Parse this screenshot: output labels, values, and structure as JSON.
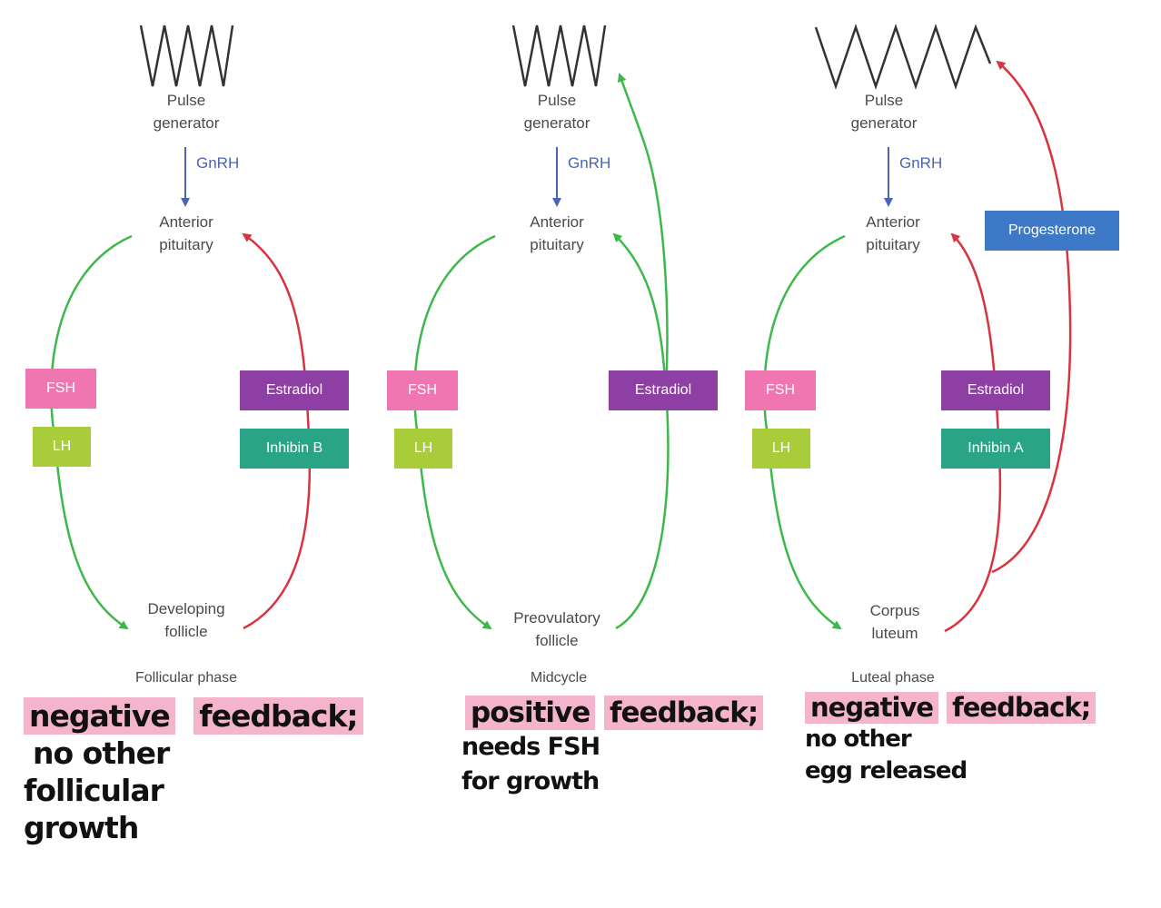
{
  "colors": {
    "gnrh": "#4a64b8",
    "stimulation": "#3db84a",
    "inhibition": "#d8333f",
    "fsh": "#ef76b1",
    "lh": "#a8cc3a",
    "estradiol": "#8e3fa4",
    "inhibin": "#2aa487",
    "progesterone": "#3d79c6",
    "highlight": "#f4b4cc"
  },
  "panels": [
    {
      "pulse_generator": [
        "Pulse",
        "generator"
      ],
      "gnrh": "GnRH",
      "pituitary": [
        "Anterior",
        "pituitary"
      ],
      "fsh": "FSH",
      "lh": "LH",
      "estradiol": "Estradiol",
      "inhibin": "Inhibin B",
      "target": [
        "Developing",
        "follicle"
      ],
      "phase": "Follicular phase",
      "note": [
        "negative",
        "feedback;",
        "no other",
        "follicular",
        "growth"
      ]
    },
    {
      "pulse_generator": [
        "Pulse",
        "generator"
      ],
      "gnrh": "GnRH",
      "pituitary": [
        "Anterior",
        "pituitary"
      ],
      "fsh": "FSH",
      "lh": "LH",
      "estradiol": "Estradiol",
      "target": [
        "Preovulatory",
        "follicle"
      ],
      "phase": "Midcycle",
      "note": [
        "positive",
        "feedback;",
        "needs FSH",
        "for growth"
      ]
    },
    {
      "pulse_generator": [
        "Pulse",
        "generator"
      ],
      "gnrh": "GnRH",
      "pituitary": [
        "Anterior",
        "pituitary"
      ],
      "fsh": "FSH",
      "lh": "LH",
      "estradiol": "Estradiol",
      "inhibin": "Inhibin A",
      "progesterone": "Progesterone",
      "target": [
        "Corpus",
        "luteum"
      ],
      "phase": "Luteal phase",
      "note": [
        "negative",
        "feedback;",
        "no other",
        "egg released"
      ]
    }
  ]
}
